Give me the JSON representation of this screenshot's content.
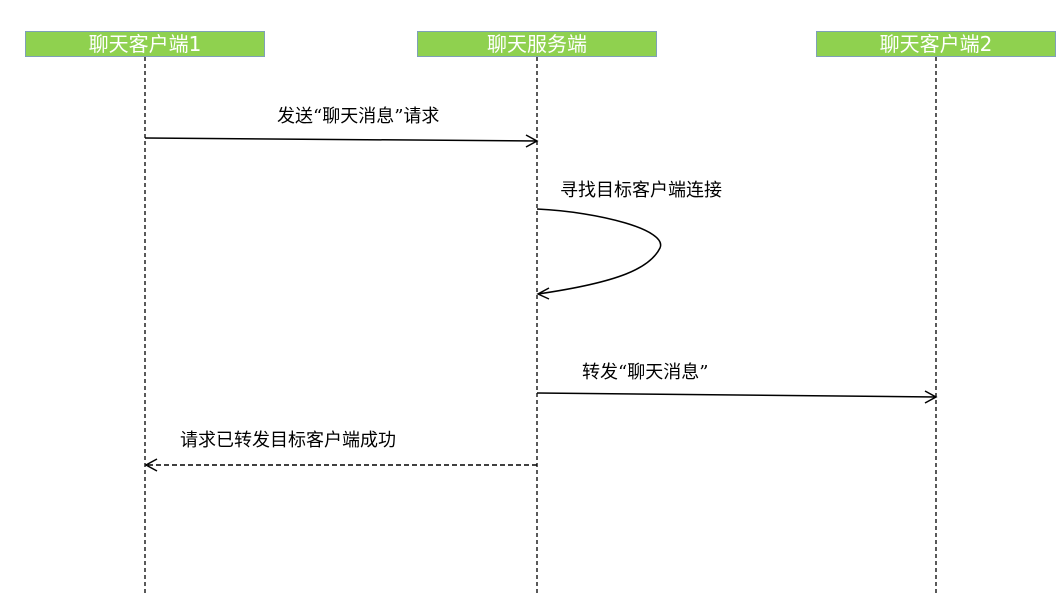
{
  "actors": {
    "client1": "聊天客户端1",
    "server": "聊天服务端",
    "client2": "聊天客户端2"
  },
  "messages": [
    {
      "label": "发送“聊天消息”请求",
      "from": "client1",
      "to": "server",
      "style": "solid"
    },
    {
      "label": "寻找目标客户端连接",
      "from": "server",
      "to": "server",
      "style": "solid"
    },
    {
      "label": "转发“聊天消息”",
      "from": "server",
      "to": "client2",
      "style": "solid"
    },
    {
      "label": "请求已转发目标客户端成功",
      "from": "server",
      "to": "client1",
      "style": "dashed"
    }
  ],
  "colors": {
    "actor_fill": "#8fd14f",
    "actor_border": "#7fa0b8",
    "actor_text": "#ffffff",
    "line": "#000000"
  }
}
